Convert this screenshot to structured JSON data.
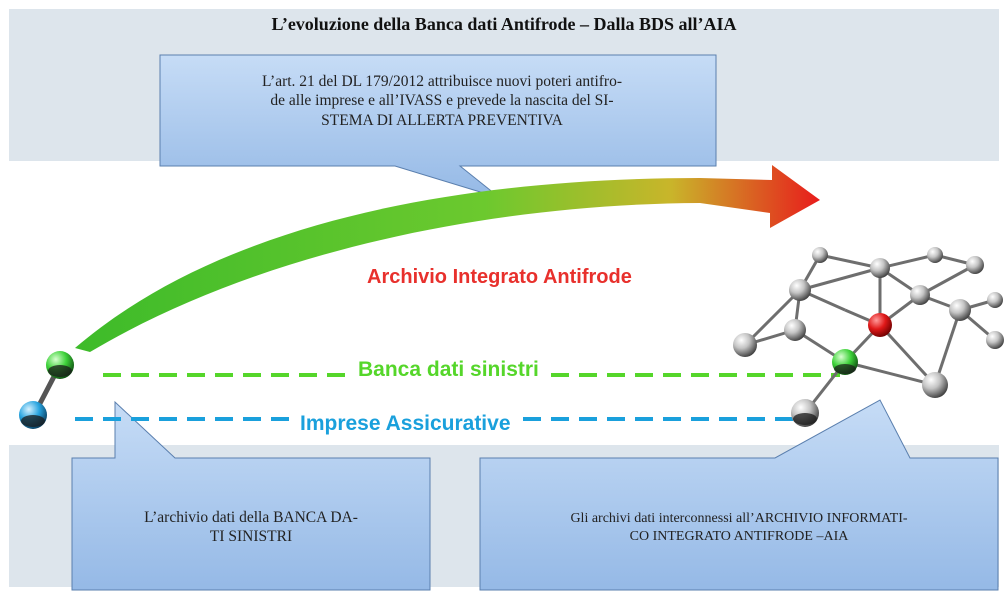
{
  "title": "L’evoluzione della Banca dati Antifrode – Dalla BDS all’AIA",
  "callouts": {
    "top": {
      "lines": [
        "L’art. 21 del DL 179/2012 attribuisce nuovi poteri antifro-",
        "de alle imprese e all’IVASS e prevede la nascita del SI-",
        "STEMA DI ALLERTA PREVENTIVA"
      ]
    },
    "bottom_left": {
      "lines": [
        "L’archivio dati della BANCA DA-",
        "TI SINISTRI"
      ]
    },
    "bottom_right": {
      "lines": [
        "Gli archivi dati interconnessi all’ARCHIVIO INFORMATI-",
        "CO INTEGRATO ANTIFRODE –AIA"
      ]
    }
  },
  "labels": {
    "aia": "Archivio Integrato Antifrode",
    "bds": "Banca dati sinistri",
    "imprese": "Imprese Assicurative"
  },
  "colors": {
    "panel": "#dde5ec",
    "callout_fill": "#a9c8ef",
    "aia_text": "#e8302c",
    "bds_line": "#55d62a",
    "imprese_line": "#1aa0dc",
    "arrow_start": "#3dbb2a",
    "arrow_end": "#e81c1c"
  },
  "icons": {
    "arrow": "curved-arrow",
    "network": "node-network-icon",
    "node": "sphere-node-icon"
  }
}
